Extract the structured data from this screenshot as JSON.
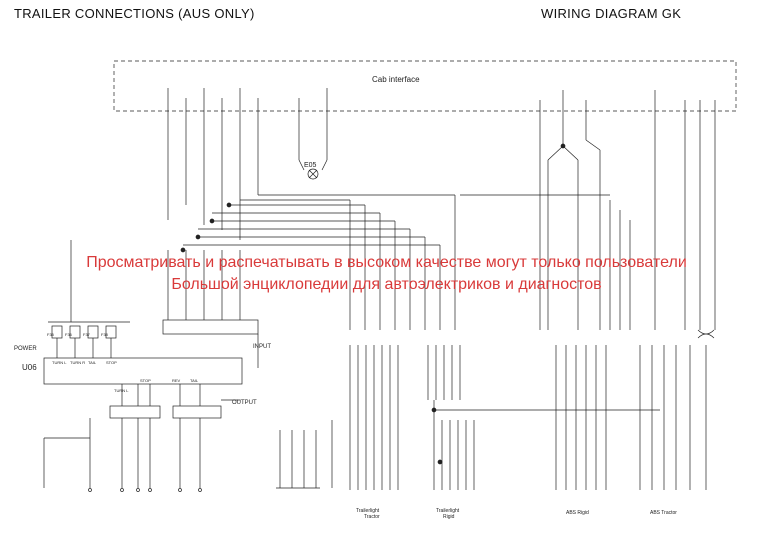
{
  "header": {
    "left_title": "TRAILER CONNECTIONS  (AUS ONLY)",
    "right_title": "WIRING DIAGRAM GK"
  },
  "cab": {
    "label": "Cab interface"
  },
  "components": {
    "e05": "E05",
    "power": "POWER",
    "u06": "U06",
    "input": "INPUT",
    "output": "OUTPUT"
  },
  "u06_pins": [
    "TURN L",
    "TURN R",
    "TAIL",
    "STOP"
  ],
  "output_pins": [
    "TURN L",
    "STOP",
    "REV",
    "TAIL"
  ],
  "fuse_labels": [
    "F35",
    "F36",
    "F37",
    "F38"
  ],
  "groups": {
    "tractor": "Trailerlight\nTractor",
    "rigid": "Trailerlight\nRigid",
    "abs_rigid": "ABS Rigid",
    "abs_tractor": "ABS Tractor"
  },
  "watermark": {
    "line1": "Просматривать и распечатывать в высоком качестве могут только пользователи",
    "line2": "Большой энциклопедии для автоэлектриков и диагностов"
  }
}
